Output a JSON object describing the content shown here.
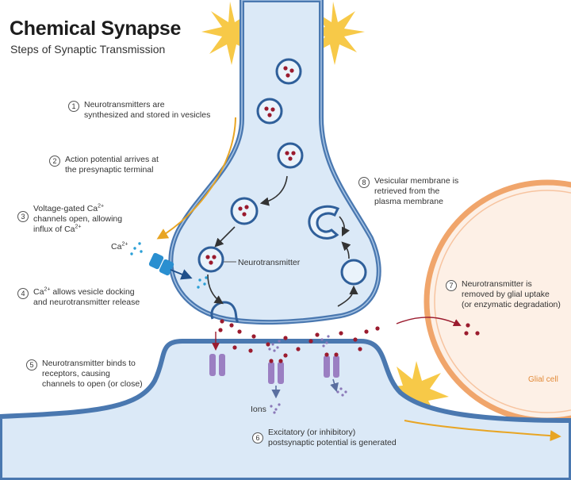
{
  "title": "Chemical Synapse",
  "subtitle": "Steps of Synaptic Transmission",
  "steps": {
    "s1": {
      "num": "1",
      "line1": "Neurotransmitters are",
      "line2": "synthesized and stored in vesicles"
    },
    "s2": {
      "num": "2",
      "line1": "Action potential arrives at",
      "line2": "the presynaptic terminal"
    },
    "s3": {
      "num": "3",
      "line1a": "Voltage-gated Ca",
      "line1sup": "2+",
      "line2": "channels open, allowing",
      "line3a": "influx of Ca",
      "line3sup": "2+"
    },
    "s4": {
      "num": "4",
      "line1a": "Ca",
      "line1sup": "2+",
      "line1b": " allows vesicle docking",
      "line2": "and neurotransmitter release"
    },
    "s5": {
      "num": "5",
      "line1": "Neurotransmitter binds to",
      "line2": "receptors, causing",
      "line3": "channels to open (or close)"
    },
    "s6": {
      "num": "6",
      "line1": "Excitatory (or inhibitory)",
      "line2": "postsynaptic potential is generated"
    },
    "s7": {
      "num": "7",
      "line1": "Neurotransmitter is",
      "line2": "removed by glial uptake",
      "line3": "(or enzymatic degradation)"
    },
    "s8": {
      "num": "8",
      "line1": "Vesicular membrane is",
      "line2": "retrieved from the",
      "line3": "plasma membrane"
    }
  },
  "labels": {
    "ca_a": "Ca",
    "ca_sup": "2+",
    "neurotransmitter": "Neurotransmitter",
    "ions": "Ions",
    "glial_cell": "Glial cell"
  },
  "colors": {
    "neuron_fill": "#dbe9f7",
    "membrane": "#4a78b0",
    "vesicle": "#2f5f9a",
    "neurotransmitter": "#9b1b2e",
    "receptor": "#9b7fc2",
    "glial_stroke": "#f0a56b",
    "glial_fill": "#fdf0e6",
    "spark": "#f7c948",
    "arrow_orange": "#e8a524",
    "arrow_dark": "#333333",
    "calcium": "#2a9fd6",
    "ions": "#8a78b8"
  }
}
